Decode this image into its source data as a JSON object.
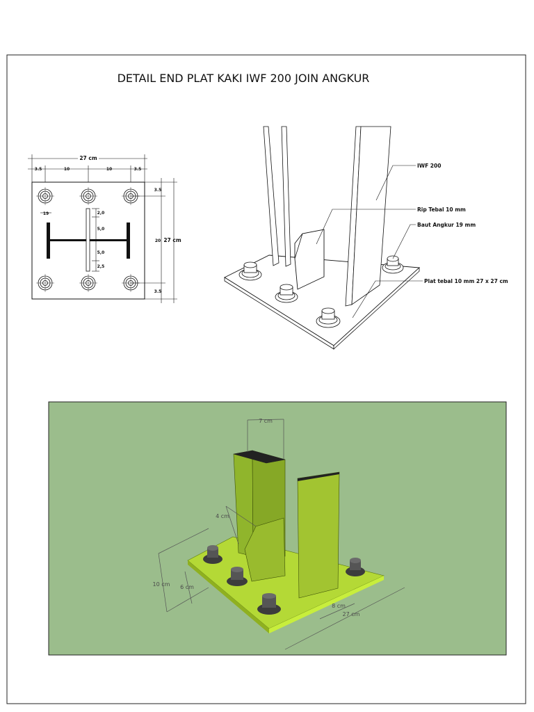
{
  "title": "DETAIL END PLAT KAKI IWF 200 JOIN ANGKUR",
  "plan": {
    "dim_total_top": "27 cm",
    "dim_edge_left": "3.5",
    "dim_mid_left": "10",
    "dim_mid_right": "10",
    "dim_edge_right": "3.5",
    "dim_bolt": "19",
    "dim_rib_a": "2,0",
    "dim_rib_b": "5,0",
    "dim_rib_c": "5,0",
    "dim_rib_d": "2,5",
    "dim_right_top": "3.5",
    "dim_right_mid": "20",
    "dim_right_total": "27 cm",
    "dim_right_bot": "3.5"
  },
  "iso_labels": {
    "iwf": "IWF 200",
    "rib": "Rip Tebal 10 mm",
    "bolt": "Baut Angkur 19 mm",
    "plate": "Plat tebal 10 mm 27 x 27 cm"
  },
  "model3d": {
    "dim_flange": "7 cm",
    "dim_rib_top": "4 cm",
    "dim_height_total": "10 cm",
    "dim_height_rib": "6 cm",
    "dim_rib_length": "8 cm",
    "dim_plate": "27 cm"
  },
  "colors": {
    "panel_bg": "#9bbd8c",
    "steel_green": "#9fbf2b",
    "steel_green_dark": "#7a9a1e",
    "plate_face": "#c6ea3a",
    "bolt": "#4d4d4d"
  }
}
